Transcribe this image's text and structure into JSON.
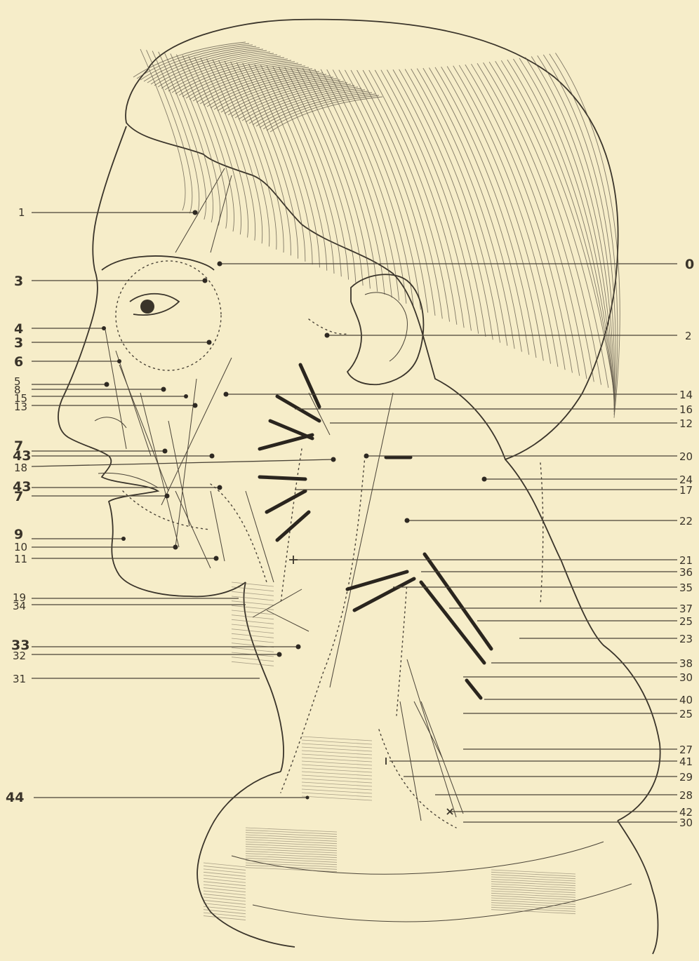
{
  "labels": {
    "left": [
      {
        "id": "L1",
        "text": "1"
      },
      {
        "id": "L3a",
        "text": "3"
      },
      {
        "id": "L4",
        "text": "4"
      },
      {
        "id": "L3b",
        "text": "3"
      },
      {
        "id": "L6",
        "text": "6"
      },
      {
        "id": "L5",
        "text": "5"
      },
      {
        "id": "L8",
        "text": "8"
      },
      {
        "id": "L15",
        "text": "15"
      },
      {
        "id": "L13",
        "text": "13"
      },
      {
        "id": "L7a",
        "text": "7"
      },
      {
        "id": "L43a",
        "text": "43"
      },
      {
        "id": "L18",
        "text": "18"
      },
      {
        "id": "L43b",
        "text": "43"
      },
      {
        "id": "L7b",
        "text": "7"
      },
      {
        "id": "L9",
        "text": "9"
      },
      {
        "id": "L10",
        "text": "10"
      },
      {
        "id": "L11",
        "text": "11"
      },
      {
        "id": "L19",
        "text": "19"
      },
      {
        "id": "L34",
        "text": "34"
      },
      {
        "id": "L33",
        "text": "33"
      },
      {
        "id": "L32",
        "text": "32"
      },
      {
        "id": "L31",
        "text": "31"
      },
      {
        "id": "L44",
        "text": "44"
      }
    ],
    "right": [
      {
        "id": "R0",
        "text": "0"
      },
      {
        "id": "R2",
        "text": "2"
      },
      {
        "id": "R14",
        "text": "14"
      },
      {
        "id": "R16",
        "text": "16"
      },
      {
        "id": "R12",
        "text": "12"
      },
      {
        "id": "R20",
        "text": "20"
      },
      {
        "id": "R24",
        "text": "24"
      },
      {
        "id": "R17",
        "text": "17"
      },
      {
        "id": "R22",
        "text": "22"
      },
      {
        "id": "R21",
        "text": "21"
      },
      {
        "id": "R36",
        "text": "36"
      },
      {
        "id": "R35",
        "text": "35"
      },
      {
        "id": "R37",
        "text": "37"
      },
      {
        "id": "R25a",
        "text": "25"
      },
      {
        "id": "R23",
        "text": "23"
      },
      {
        "id": "R38",
        "text": "38"
      },
      {
        "id": "R30a",
        "text": "30"
      },
      {
        "id": "R40",
        "text": "40"
      },
      {
        "id": "R25b",
        "text": "25"
      },
      {
        "id": "R27",
        "text": "27"
      },
      {
        "id": "R41",
        "text": "41"
      },
      {
        "id": "R29",
        "text": "29"
      },
      {
        "id": "R28",
        "text": "28"
      },
      {
        "id": "R42",
        "text": "42"
      },
      {
        "id": "R30b",
        "text": "30"
      }
    ]
  },
  "colors": {
    "paper": "#f6edc9",
    "ink": "#3a342a"
  }
}
